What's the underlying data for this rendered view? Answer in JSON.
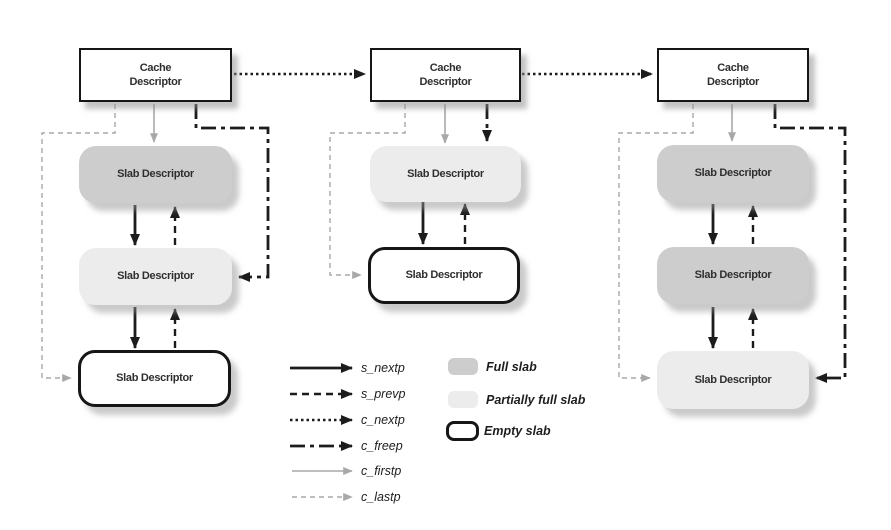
{
  "diagram": {
    "cache_label": "Cache Descriptor",
    "slab_label": "Slab Descriptor",
    "columns": [
      {
        "cache": "Cache Descriptor",
        "slab_states": [
          "full",
          "partially_full",
          "empty"
        ]
      },
      {
        "cache": "Cache Descriptor",
        "slab_states": [
          "partially_full",
          "empty"
        ]
      },
      {
        "cache": "Cache Descriptor",
        "slab_states": [
          "full",
          "full",
          "partially_full"
        ]
      }
    ]
  },
  "legend": {
    "pointers": [
      {
        "label": "s_nextp",
        "line_style": "solid",
        "color": "black"
      },
      {
        "label": "s_prevp",
        "line_style": "dashed",
        "color": "black"
      },
      {
        "label": "c_nextp",
        "line_style": "dotted",
        "color": "black"
      },
      {
        "label": "c_freep",
        "line_style": "dash-dot",
        "color": "black"
      },
      {
        "label": "c_firstp",
        "line_style": "solid",
        "color": "gray"
      },
      {
        "label": "c_lastp",
        "line_style": "dashed",
        "color": "gray"
      }
    ],
    "slab_types": [
      {
        "label": "Full slab",
        "type": "full"
      },
      {
        "label": "Partially full slab",
        "type": "partially_full"
      },
      {
        "label": "Empty slab",
        "type": "empty"
      }
    ]
  },
  "colors": {
    "full_slab": "#cdcdcd",
    "partially_full_slab": "#ececec",
    "empty_slab": "#ffffff",
    "line_black": "#1c1c1c",
    "line_gray": "#a8a8a8",
    "text": "#2f2f2f",
    "background": "#ffffff"
  }
}
